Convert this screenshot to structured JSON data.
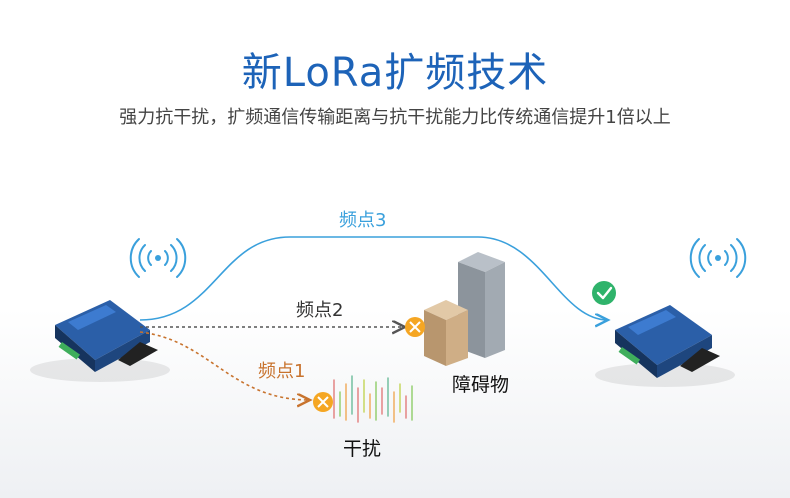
{
  "title": "新LoRa扩频技术",
  "subtitle": "强力抗干扰，扩频通信传输距离与抗干扰能力比传统通信提升1倍以上",
  "labels": {
    "freq3": "频点3",
    "freq2": "频点2",
    "freq1": "频点1",
    "obstacle": "障碍物",
    "interference": "干扰"
  },
  "colors": {
    "title": "#1d63b8",
    "freq3_line": "#3aa0dc",
    "freq2_line": "#555555",
    "freq1_line": "#c8732e",
    "blocked_marker": "#f5a623",
    "success_marker": "#2fb36b"
  },
  "icons": {
    "blocked": "x-circle-icon",
    "success": "check-circle-icon",
    "signal": "wifi-signal-icon"
  }
}
